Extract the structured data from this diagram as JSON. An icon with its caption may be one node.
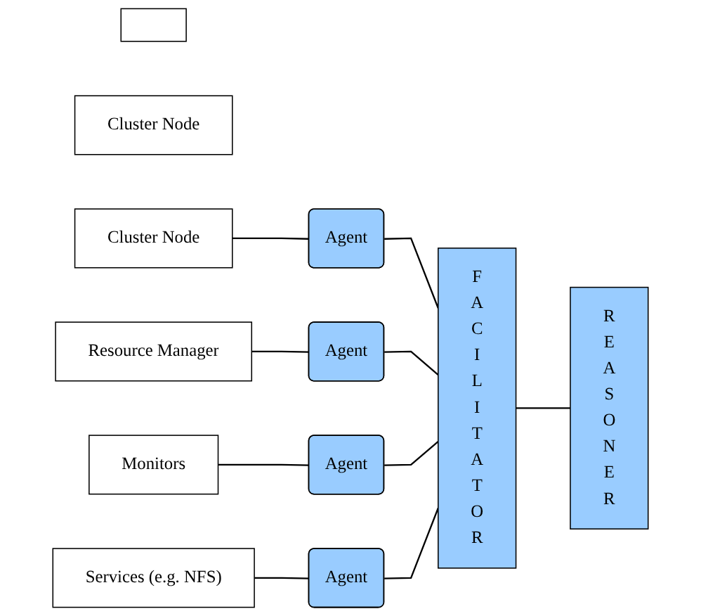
{
  "diagram": {
    "nodes": [
      {
        "text": [],
        "shape": "box"
      },
      {
        "text": [
          "Cluster Node"
        ]
      },
      {
        "text": [
          "Cluster Node"
        ]
      },
      {
        "text": [
          "Agent"
        ]
      },
      {
        "text": [
          "Resource Manager"
        ]
      },
      {
        "text": [
          "Agent"
        ]
      },
      {
        "text": [
          "Monitors"
        ]
      },
      {
        "text": [
          "Agent"
        ]
      },
      {
        "text": [
          "Services (e.g. NFS)"
        ]
      },
      {
        "text": [
          "Agent"
        ]
      },
      {
        "text": [
          "F A C I L I T A T O R"
        ]
      },
      {
        "text": [
          "R E A S O N E R"
        ]
      }
    ],
    "edges": [
      {
        "from": 2,
        "to": 3,
        "arrow": "none"
      },
      {
        "from": 3,
        "to": 10,
        "arrow": "none"
      },
      {
        "from": 4,
        "to": 5,
        "arrow": "none"
      },
      {
        "from": 6,
        "to": 7,
        "arrow": "none"
      },
      {
        "from": 8,
        "to": 9,
        "arrow": "none"
      },
      {
        "from": 5,
        "to": 10,
        "arrow": "none"
      },
      {
        "from": 7,
        "to": 10,
        "arrow": "none"
      },
      {
        "from": 9,
        "to": 10,
        "arrow": "none"
      },
      {
        "from": 10,
        "to": 11,
        "arrow": "none"
      }
    ]
  }
}
